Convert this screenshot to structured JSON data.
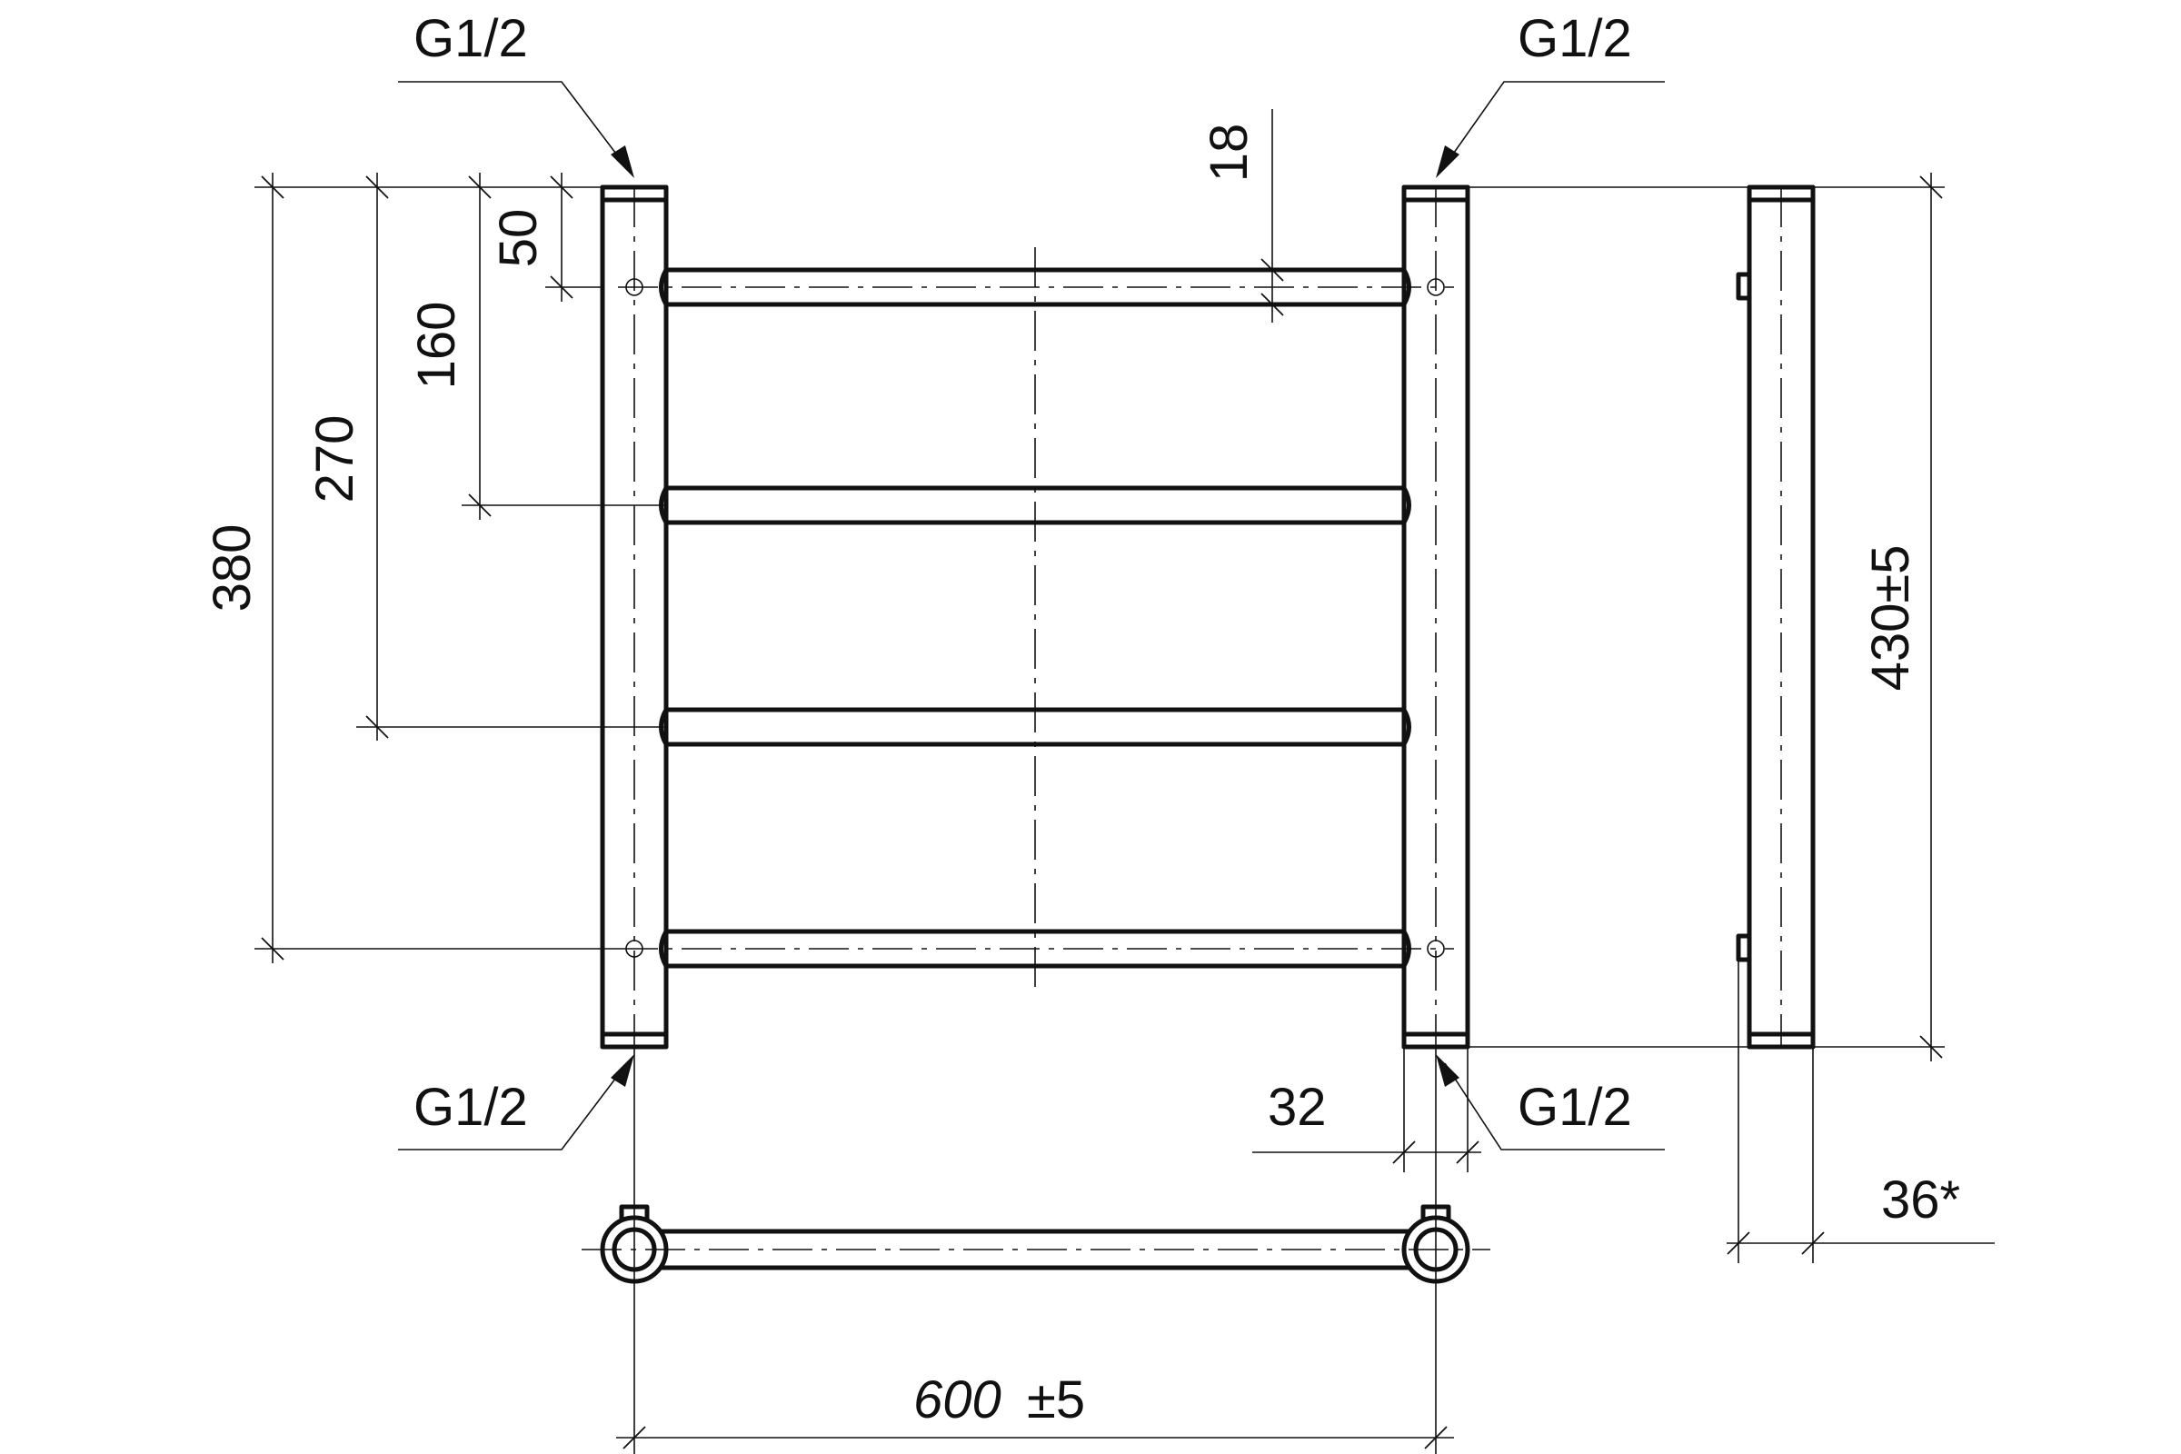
{
  "drawing": {
    "connection_labels": {
      "top_left": "G1/2",
      "top_right": "G1/2",
      "bottom_left": "G1/2",
      "bottom_right": "G1/2"
    },
    "dimensions": {
      "rail_diameter": "18",
      "first_rail_offset": "50",
      "second_rail_offset": "160",
      "third_rail_offset": "270",
      "fourth_rail_offset": "380",
      "pipe_diameter": "32",
      "total_height": "430±5",
      "wall_depth": "36*",
      "center_distance": "600",
      "center_distance_tolerance": "±5"
    }
  }
}
